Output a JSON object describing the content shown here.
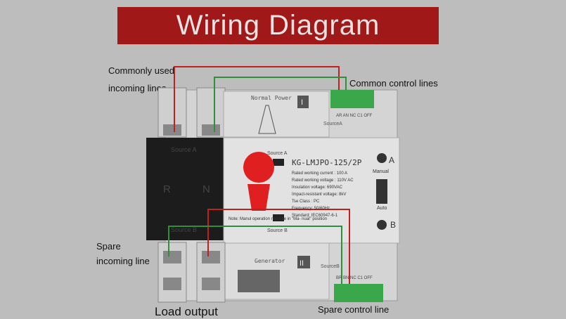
{
  "title": "Wiring Diagram",
  "labels": {
    "common_incoming": [
      "Commonly used",
      "incoming lines"
    ],
    "common_control": "Common control lines",
    "spare_incoming": [
      "Spare",
      "incoming line"
    ],
    "load_output": "Load output",
    "spare_control": "Spare control line"
  },
  "device": {
    "normal_power": "Normal Power",
    "generator": "Generator",
    "model": "KG-LMJPO-125/2P",
    "source_a": "Source A",
    "source_b": "Source B",
    "source_a_small": "SourceA",
    "source_b_small": "SourceB",
    "manual": "Manual",
    "auto": "Auto",
    "a_mark": "A",
    "b_mark": "B",
    "roman_one": "I",
    "roman_two": "II",
    "r_mark": "R",
    "n_mark": "N",
    "terminals_top": "AR AN NC C1 OFF",
    "terminals_bottom": "BR BN NC C1 OFF",
    "specs": [
      "Rated working current : 100  A",
      "Rated working voltage : 110V AC",
      "Insulation voltage:        690VAC",
      "Impact-resistant voltage:     8kV",
      "Tse Class :                        PC",
      "Frequency:                   50/60Hz",
      "Standard:              IEC60947-6-1"
    ],
    "note": "Note:\nManul operation\nmust be in \"Ma-\nnual\" position"
  },
  "colors": {
    "banner": "#a01818",
    "red_wire": "#c0201f",
    "green_wire": "#2f8f3a",
    "terminal": "#3aa84a"
  }
}
